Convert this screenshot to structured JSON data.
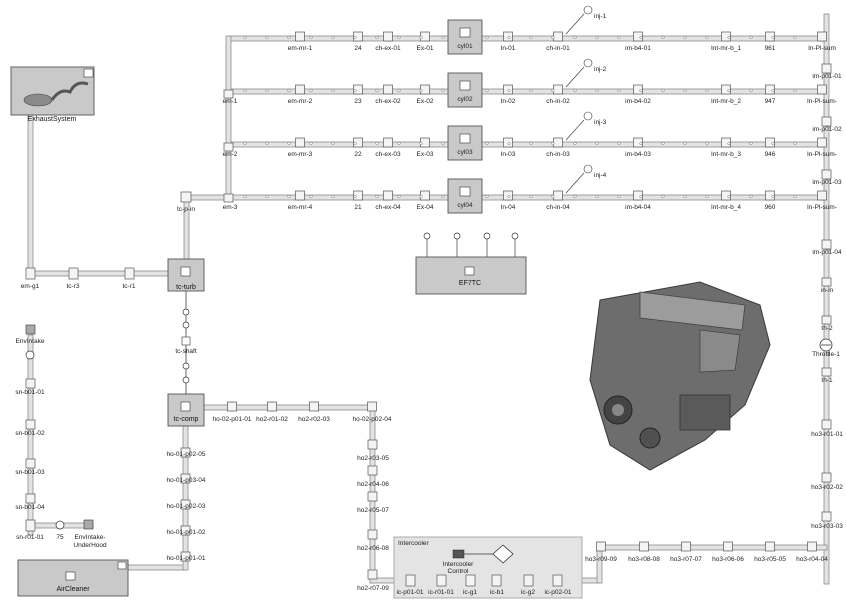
{
  "labels": {
    "exhaust_system": "ExhaustSystem",
    "em_g1": "em-g1",
    "tc_r3": "tc-r3",
    "tc_r1": "tc-r1",
    "tc_turb": "tc-turb",
    "tc_p_in": "tc-p-in",
    "tc_shaft": "tc-shaft",
    "tc_comp": "tc-comp",
    "em_1": "em-1",
    "em_2": "em-2",
    "em_3": "em-3",
    "env_intake": "EnvIntake",
    "env_intake_underhood": [
      "EnvIntake-",
      "UnderHood"
    ],
    "val_75": "75",
    "sn_r01_01": "sn-r01-01",
    "air_cleaner": "AirCleaner",
    "ef7tc": "EF7TC",
    "intercooler": "Intercooler",
    "intercooler_control": [
      "Intercooler",
      "Control"
    ],
    "ic_p01_01": "ic-p01-01",
    "ic_r01_01": "ic-r01-01",
    "ic_g1": "ic-g1",
    "ic_b1": "ic-b1",
    "ic_g2": "ic-g2",
    "ic_p02_01": "ic-p02-01",
    "throttle": "Throttle-1",
    "th_2": "th-2",
    "th_1": "th-1",
    "in_in": "in-in"
  },
  "rows": [
    {
      "cyl": "cyl01",
      "inj": "inj-1",
      "labels": [
        "em-mr-1",
        "24",
        "ch-ex-01",
        "Ex-01",
        "In-01",
        "ch-in-01",
        "im-b4-01",
        "Int-mr-b_1",
        "961",
        "In-Pl-sum"
      ]
    },
    {
      "cyl": "cyl02",
      "inj": "inj-2",
      "labels": [
        "em-mr-2",
        "23",
        "ch-ex-02",
        "Ex-02",
        "In-02",
        "ch-in-02",
        "im-b4-02",
        "Int-mr-b_2",
        "947",
        "In-Pl-sum-"
      ]
    },
    {
      "cyl": "cyl03",
      "inj": "inj-3",
      "labels": [
        "em-mr-3",
        "22",
        "ch-ex-03",
        "Ex-03",
        "In-03",
        "ch-in-03",
        "im-b4-03",
        "Int-mr-b_3",
        "946",
        "In-Pl-sum-"
      ]
    },
    {
      "cyl": "cyl04",
      "inj": "inj-4",
      "labels": [
        "em-mr-4",
        "21",
        "ch-ex-04",
        "Ex-04",
        "In-04",
        "ch-in-04",
        "im-b4-04",
        "Int-mr-b_4",
        "960",
        "In-Pl-sum-"
      ]
    }
  ],
  "right_column": [
    "im-p01-01",
    "im-p01-02",
    "im-p01-03",
    "im-p01-04"
  ],
  "sn_labels": [
    "sn-b01-01",
    "sn-b01-02",
    "sn-b01-03",
    "sn-b01-04"
  ],
  "ho_left": [
    "ho-01-p02-05",
    "ho-01-p03-04",
    "ho-01-p02-03",
    "ho-01-p01-02",
    "ho-01-p01-01"
  ],
  "ho_top": [
    "ho-02-p01-01",
    "ho2-r01-02",
    "ho2-r02-03",
    "ho-02-p02-04"
  ],
  "ho_mid": [
    "ho2-r03-05",
    "ho2-r04-06",
    "ho2-r05-07",
    "ho2-r06-08",
    "ho2-r07-09"
  ],
  "ho_bottom": [
    "ho3-r09-09",
    "ho3-r08-08",
    "ho3-r07-07",
    "ho3-r06-06",
    "ho3-r05-05",
    "ho3-r04-04"
  ],
  "ho3_right": [
    "ho3-r01-01",
    "ho3-r02-02",
    "ho3-r03-03"
  ]
}
